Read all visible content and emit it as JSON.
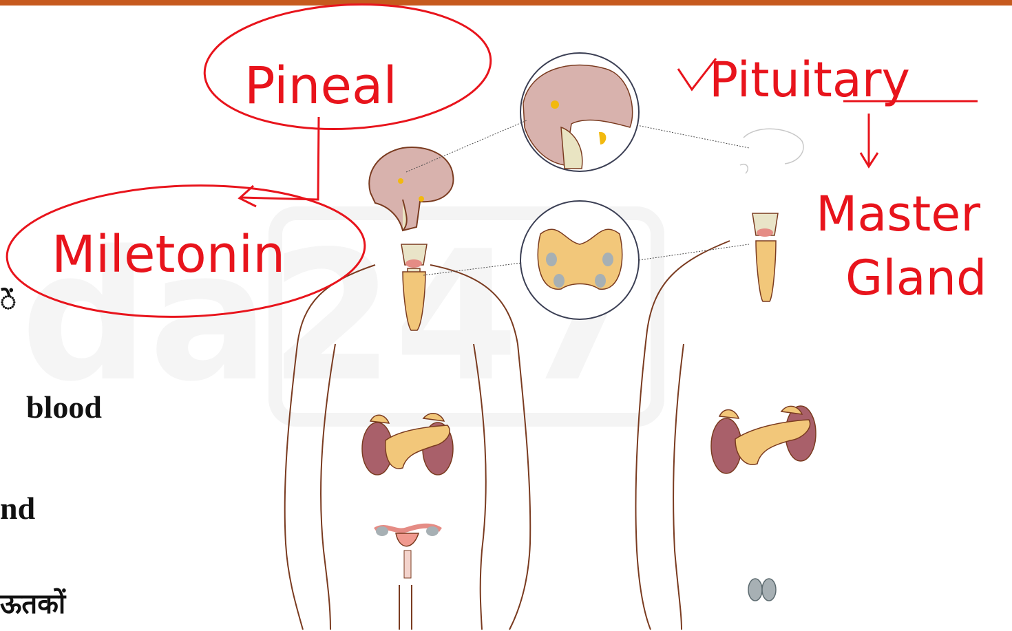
{
  "side_text": {
    "line1": "ें",
    "line2": "blood",
    "line3": "nd",
    "line4": "ऊतकों"
  },
  "annotations": {
    "pineal": "Pineal",
    "miletonin": "Miletonin",
    "pituitary": "Pituitary",
    "master": "Master",
    "gland": "Gland"
  },
  "colors": {
    "accent_bar": "#c65a1e",
    "ink": "#e8141c",
    "outline": "#7a3b20",
    "gland": "#f2c77a",
    "kidney": "#a9606a",
    "brain": "#d8b2ad"
  },
  "icons": [
    "brain-icon",
    "thyroid-icon",
    "pancreas-icon",
    "kidney-icon",
    "uterus-icon",
    "testes-icon",
    "pituitary-zoom-icon",
    "thyroid-zoom-icon"
  ]
}
